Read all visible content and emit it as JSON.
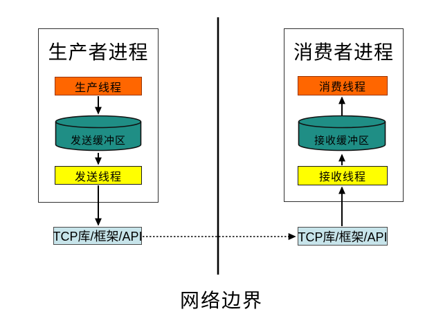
{
  "diagram": {
    "boundary_label": "网络边界",
    "producer": {
      "title": "生产者进程",
      "thread_label": "生产线程",
      "buffer_label": "发送缓冲区",
      "worker_label": "发送线程",
      "api_label": "TCP库/框架/API"
    },
    "consumer": {
      "title": "消费者进程",
      "thread_label": "消费线程",
      "buffer_label": "接收缓冲区",
      "worker_label": "接收线程",
      "api_label": "TCP库/框架/API"
    },
    "colors": {
      "thread_fill": "#ff6600",
      "thread_border": "#993300",
      "buffer_fill": "#1f8e85",
      "worker_fill": "#ffff00",
      "api_fill": "#c7e4ea",
      "line": "#000000"
    }
  }
}
